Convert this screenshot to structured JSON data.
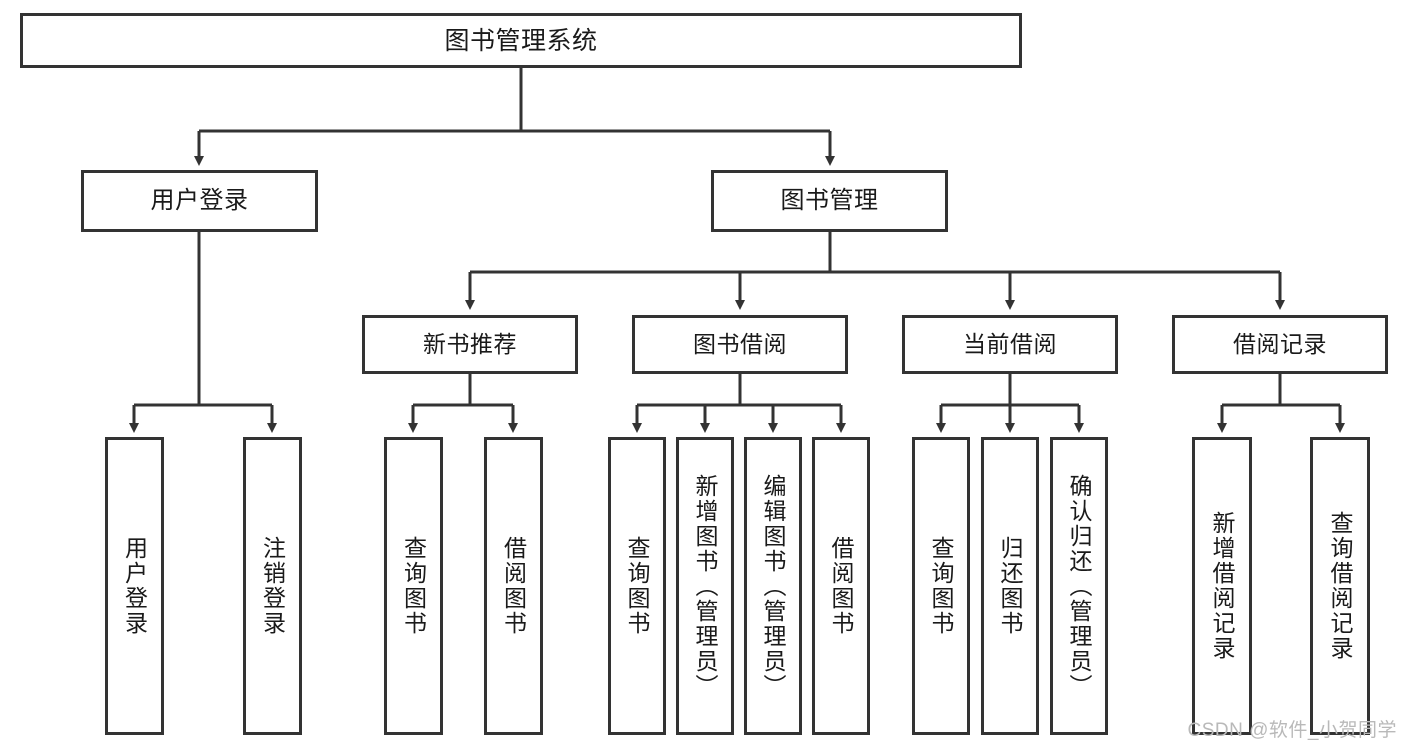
{
  "diagram": {
    "title": "图书管理系统",
    "type": "tree-hierarchy-chart",
    "colors": {
      "box_border": "#333333",
      "box_fill": "#ffffff",
      "line": "#333333",
      "text": "#1a1a1a",
      "watermark": "#b9b9b9"
    },
    "root": {
      "id": "root",
      "label": "图书管理系统"
    },
    "level2": [
      {
        "id": "user-login",
        "label": "用户登录"
      },
      {
        "id": "book-manage",
        "label": "图书管理"
      }
    ],
    "level3": [
      {
        "id": "new-book-rec",
        "label": "新书推荐"
      },
      {
        "id": "book-borrow",
        "label": "图书借阅"
      },
      {
        "id": "current-borrow",
        "label": "当前借阅"
      },
      {
        "id": "borrow-record",
        "label": "借阅记录"
      }
    ],
    "leaves": {
      "user_login": [
        {
          "id": "leaf-user-login",
          "label": "用户登录"
        },
        {
          "id": "leaf-logout-login",
          "label": "注销登录"
        }
      ],
      "new_book_rec": [
        {
          "id": "leaf-query-book-1",
          "label": "查询图书"
        },
        {
          "id": "leaf-borrow-book-1",
          "label": "借阅图书"
        }
      ],
      "book_borrow": [
        {
          "id": "leaf-query-book-2",
          "label": "查询图书"
        },
        {
          "id": "leaf-add-book",
          "label": "新增图书（管理员）"
        },
        {
          "id": "leaf-edit-book",
          "label": "编辑图书（管理员）"
        },
        {
          "id": "leaf-borrow-book-2",
          "label": "借阅图书"
        }
      ],
      "current_borrow": [
        {
          "id": "leaf-query-book-3",
          "label": "查询图书"
        },
        {
          "id": "leaf-return-book",
          "label": "归还图书"
        },
        {
          "id": "leaf-confirm-return",
          "label": "确认归还（管理员）"
        }
      ],
      "borrow_record": [
        {
          "id": "leaf-add-record",
          "label": "新增借阅记录"
        },
        {
          "id": "leaf-query-record",
          "label": "查询借阅记录"
        }
      ]
    }
  },
  "watermark": {
    "text": "CSDN @软件_小贺同学"
  }
}
